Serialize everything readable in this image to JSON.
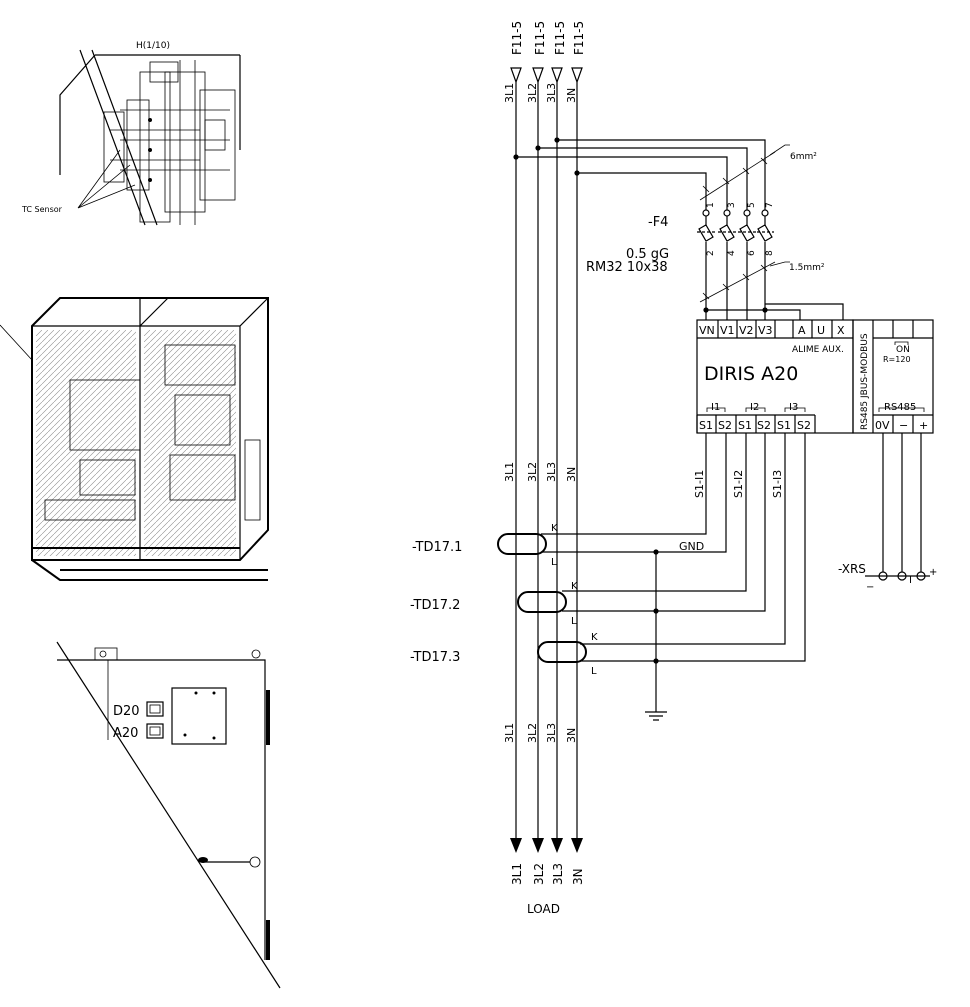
{
  "sources": {
    "top_label": "F11-5",
    "phases": [
      "3L1",
      "3L2",
      "3L3",
      "3N"
    ]
  },
  "load": {
    "phases": [
      "3L1",
      "3L2",
      "3L3",
      "3N"
    ],
    "label": "LOAD"
  },
  "wiring": {
    "size_large": "6mm²",
    "size_small": "1.5mm²"
  },
  "fuse": {
    "id": "-F4",
    "rating": "0.5  gG",
    "type": "RM32  10x38",
    "terminals_top": [
      "1",
      "3",
      "5",
      "7"
    ],
    "terminals_bottom": [
      "2",
      "4",
      "6",
      "8"
    ]
  },
  "meter": {
    "name": "DIRIS  A20",
    "aux_label": "ALIME  AUX.",
    "voltage_terminals": [
      "VN",
      "V1",
      "V2",
      "V3"
    ],
    "aux_terminals": [
      "A",
      "U",
      "X"
    ],
    "current_groups": [
      "I1",
      "I2",
      "I3"
    ],
    "current_terminals": [
      "S1",
      "S2",
      "S1",
      "S2",
      "S1",
      "S2"
    ]
  },
  "comm": {
    "bus_label": "RS485  JBUS-MODBUS",
    "switch_label": "ON",
    "resistor": "R=120",
    "port_label": "RS485",
    "terminals": [
      "0V",
      "−",
      "+"
    ],
    "connector": "-XRS",
    "connector_pins": [
      "−",
      "I",
      "+"
    ]
  },
  "ct_wires": [
    "S1-I1",
    "S1-I2",
    "S1-I3"
  ],
  "transformers": [
    {
      "id": "-TD17.1",
      "k": "K",
      "l": "L"
    },
    {
      "id": "-TD17.2",
      "k": "K",
      "l": "L"
    },
    {
      "id": "-TD17.3",
      "k": "K",
      "l": "L"
    }
  ],
  "ground_label": "GND",
  "detail": {
    "scale": "H(1/10)",
    "sensor_label": "TC Sensor"
  },
  "door": {
    "labels": [
      "D20",
      "A20"
    ]
  }
}
